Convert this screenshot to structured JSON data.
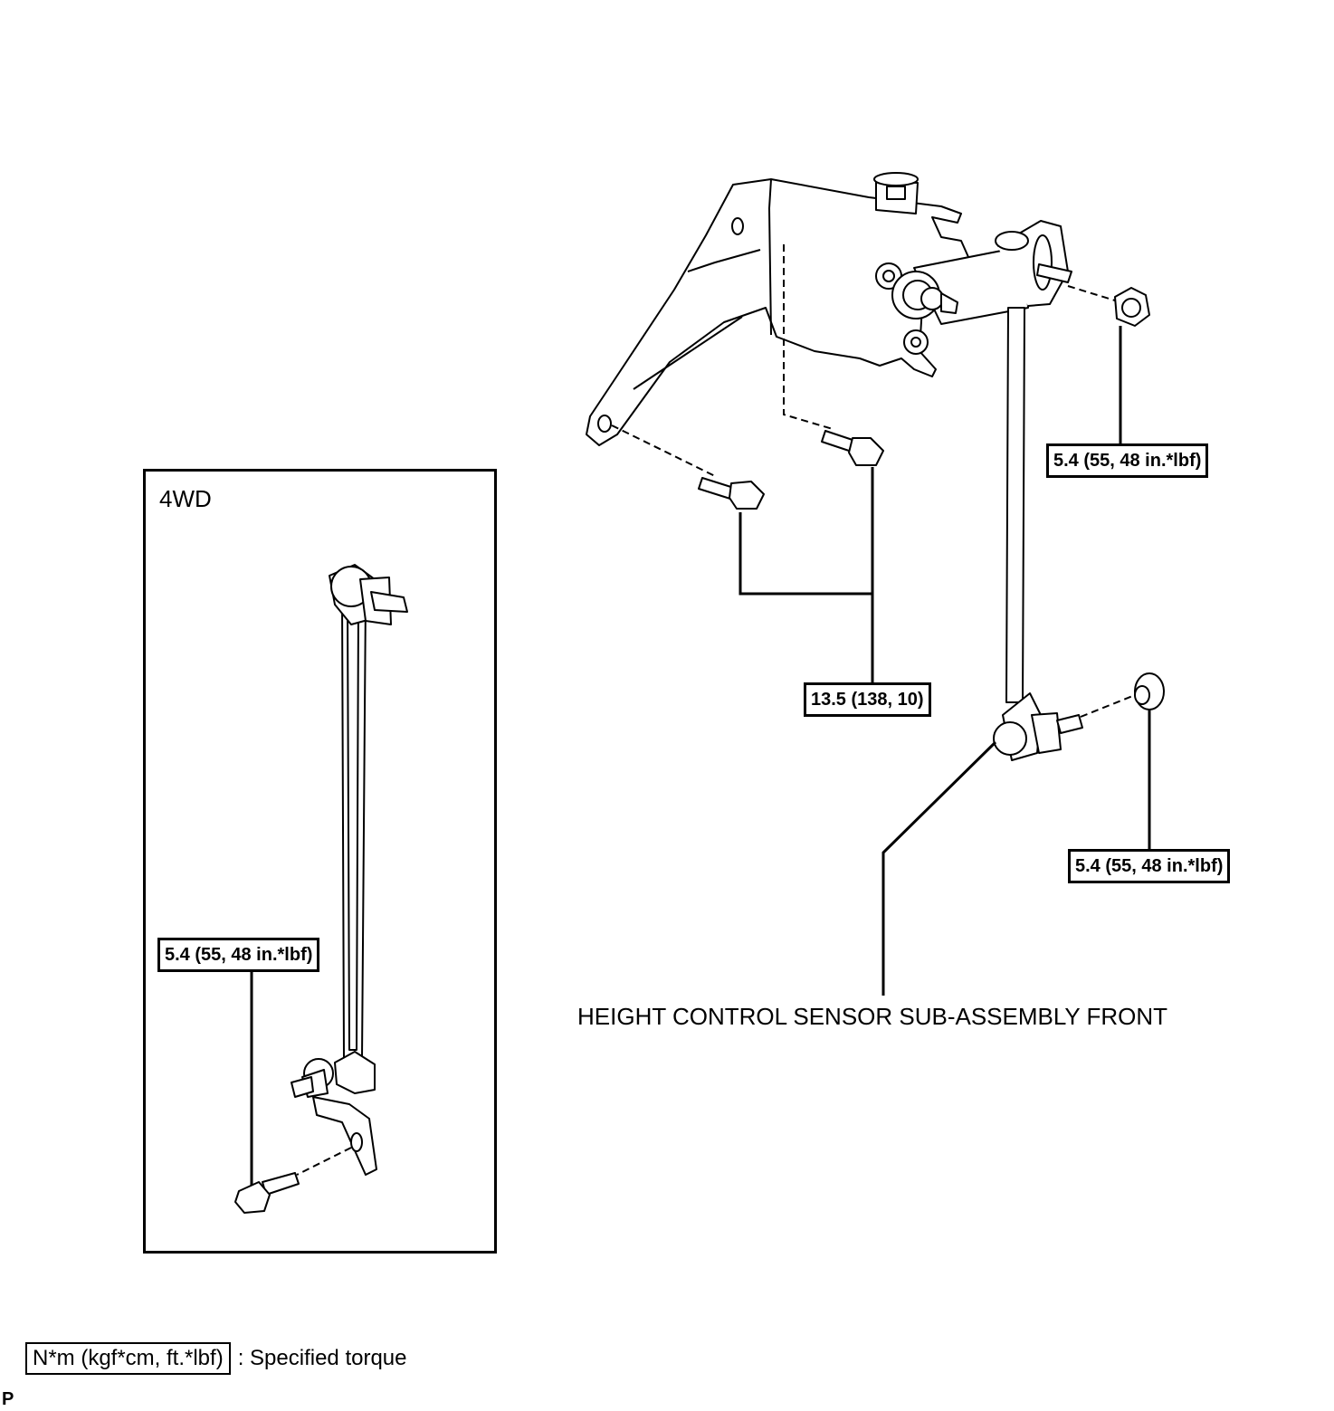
{
  "inset": {
    "label": "4WD"
  },
  "torque_labels": {
    "upper_nut": "5.4 (55, 48 in.*lbf)",
    "bracket_bolts": "13.5 (138, 10)",
    "lower_nut": "5.4 (55, 48 in.*lbf)",
    "inset_bolt": "5.4 (55, 48 in.*lbf)"
  },
  "part_label": "HEIGHT CONTROL SENSOR SUB-ASSEMBLY FRONT",
  "legend": {
    "box_text": "N*m (kgf*cm, ft.*lbf)",
    "description": ": Specified torque"
  },
  "corner_mark": "P"
}
